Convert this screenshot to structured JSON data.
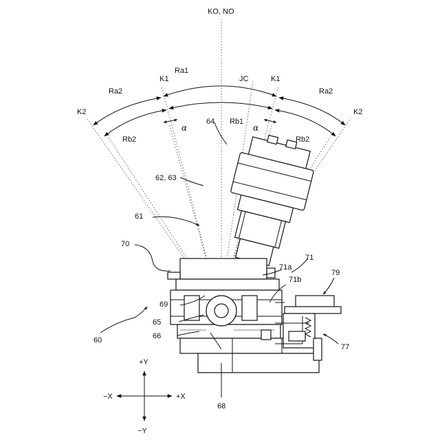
{
  "labels": {
    "ko_no": "KO, NO",
    "k1_left": "K1",
    "k1_right": "K1",
    "k2_left": "K2",
    "k2_right": "K2",
    "ra1": "Ra1",
    "ra2_left": "Ra2",
    "ra2_right": "Ra2",
    "rb1": "Rb1",
    "rb2_left": "Rb2",
    "rb2_right": "Rb2",
    "jc": "JC",
    "alpha_left": "α",
    "alpha_right": "α",
    "n64": "64",
    "n62_63": "62, 63",
    "n61": "61",
    "n70": "70",
    "n71": "71",
    "n71a": "71a",
    "n71b": "71b",
    "n79": "79",
    "n69": "69",
    "n65": "65",
    "n66": "66",
    "n60": "60",
    "n77": "77",
    "n68": "68",
    "axis_py": "+Y",
    "axis_ny": "−Y",
    "axis_px": "+X",
    "axis_nx": "−X"
  }
}
